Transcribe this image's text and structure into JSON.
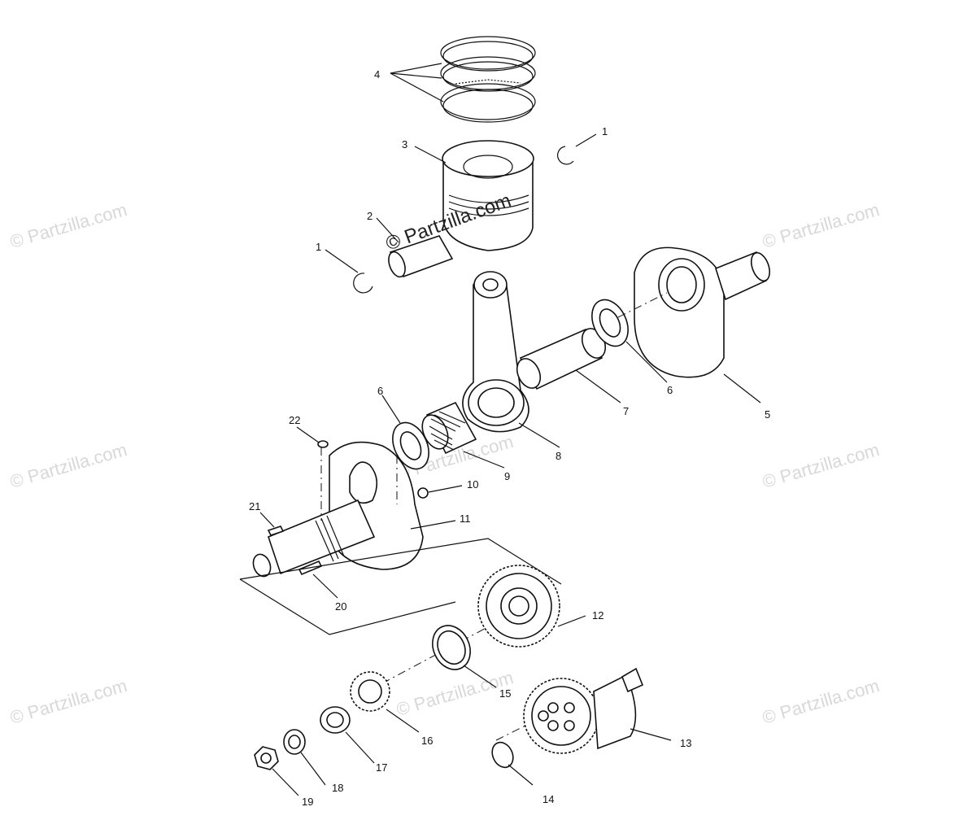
{
  "watermarks": {
    "side": "© Partzilla.com",
    "center": "© Partzilla.com"
  },
  "callouts": [
    {
      "id": "c1a",
      "label": "1"
    },
    {
      "id": "c1b",
      "label": "1"
    },
    {
      "id": "c2",
      "label": "2"
    },
    {
      "id": "c3",
      "label": "3"
    },
    {
      "id": "c4",
      "label": "4"
    },
    {
      "id": "c5",
      "label": "5"
    },
    {
      "id": "c6a",
      "label": "6"
    },
    {
      "id": "c6b",
      "label": "6"
    },
    {
      "id": "c7",
      "label": "7"
    },
    {
      "id": "c8",
      "label": "8"
    },
    {
      "id": "c9",
      "label": "9"
    },
    {
      "id": "c10",
      "label": "10"
    },
    {
      "id": "c11",
      "label": "11"
    },
    {
      "id": "c12",
      "label": "12"
    },
    {
      "id": "c13",
      "label": "13"
    },
    {
      "id": "c14",
      "label": "14"
    },
    {
      "id": "c15",
      "label": "15"
    },
    {
      "id": "c16",
      "label": "16"
    },
    {
      "id": "c17",
      "label": "17"
    },
    {
      "id": "c18",
      "label": "18"
    },
    {
      "id": "c19",
      "label": "19"
    },
    {
      "id": "c20",
      "label": "20"
    },
    {
      "id": "c21",
      "label": "21"
    },
    {
      "id": "c22",
      "label": "22"
    }
  ]
}
